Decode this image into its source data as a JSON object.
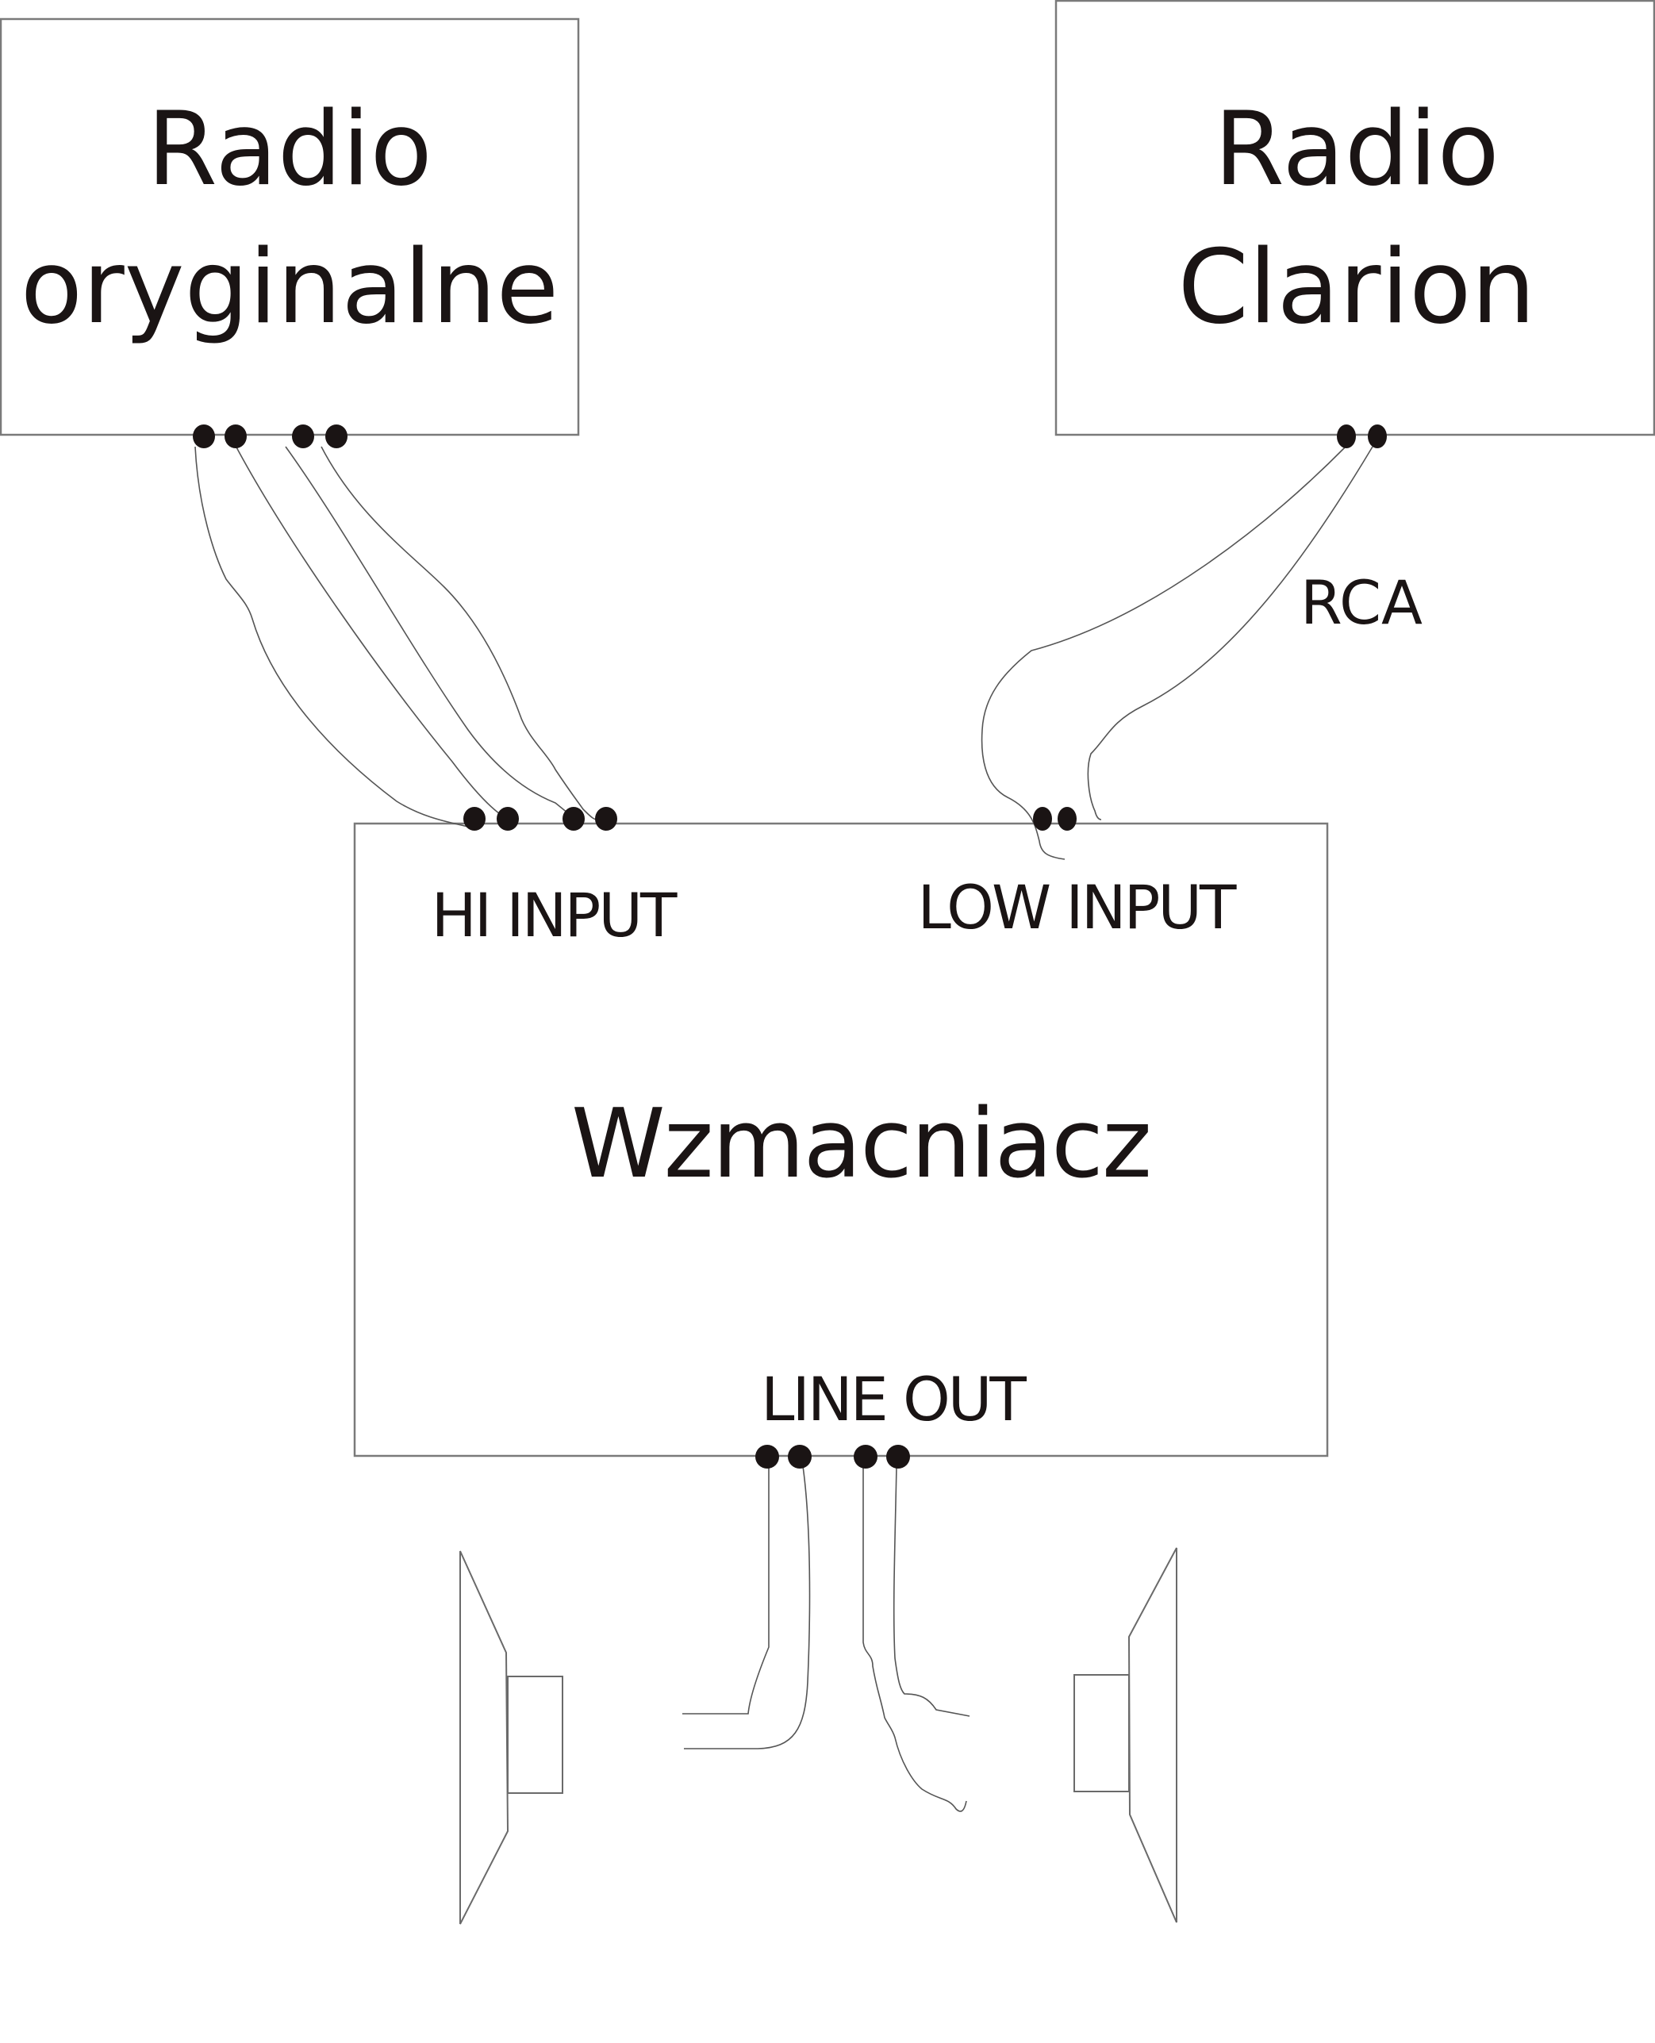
{
  "diagram": {
    "title": "Car audio amplifier wiring",
    "radio_original": {
      "line1": "Radio",
      "line2": "oryginalne",
      "connector_count": 4
    },
    "radio_clarion": {
      "line1": "Radio",
      "line2": "Clarion",
      "connector_count": 2
    },
    "cable_label": "RCA",
    "amplifier": {
      "name": "Wzmacniacz",
      "hi_input_label": "HI INPUT",
      "low_input_label": "LOW INPUT",
      "line_out_label": "LINE OUT"
    },
    "speakers": [
      {
        "name": "left-speaker"
      },
      {
        "name": "right-speaker"
      }
    ],
    "colors": {
      "ink": "#1a1414",
      "box_stroke": "#7a7a7a",
      "wire": "#555555",
      "background": "#ffffff"
    }
  }
}
